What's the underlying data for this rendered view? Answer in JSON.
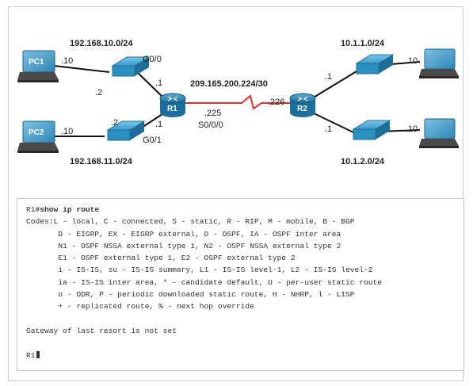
{
  "topology": {
    "networks": {
      "lan1": "192.168.10.0/24",
      "lan2": "192.168.11.0/24",
      "serial": "209.165.200.224/30",
      "lan3": "10.1.1.0/24",
      "lan4": "10.1.2.0/24"
    },
    "devices": {
      "pc1": "PC1",
      "pc2": "PC2",
      "r1": "R1",
      "r2": "R2"
    },
    "interfaces": {
      "r1_g00": "G0/0",
      "r1_g01": "G0/1",
      "r1_s000": "S0/0/0"
    },
    "addresses": {
      "pc1": ".10",
      "pc2": ".10",
      "sw1": ".2",
      "sw2": ".2",
      "r1_g00": ".1",
      "r1_g01": ".1",
      "r1_serial": ".225",
      "r2_serial": ".226",
      "r2_lan3": ".1",
      "r2_lan4": ".1",
      "pc3": ".10",
      "pc4": ".10"
    },
    "colors": {
      "serial_link": "#d9342b",
      "router": "#1b6f9c",
      "switch": "#2b8fbf",
      "pc": "#2e7da6"
    }
  },
  "terminal": {
    "prompt_host": "R1",
    "prompt_char": "#",
    "command": "show ip route",
    "codes_label": "Codes:",
    "legend_lines": [
      "L - local, C - connected, S - static, R - RIP, M - mobile, B - BGP",
      "D - EIGRP, EX - EIGRP external, O - OSPF, IA - OSPF inter area",
      "N1 - OSPF NSSA external type 1, N2 - OSPF NSSA external type 2",
      "E1 - OSPF external type 1, E2 - OSPF external type 2",
      "i - IS-IS, su - IS-IS summary, L1 - IS-IS level-1, L2 - IS-IS level-2",
      "ia - IS-IS inter area, * - candidate default, U - per-user static route",
      "o - ODR, P - periodic downloaded static route, H - NHRP, l - LISP",
      "+ - replicated route, % - next hop override"
    ],
    "gateway_line": "Gateway of last resort is not set"
  }
}
